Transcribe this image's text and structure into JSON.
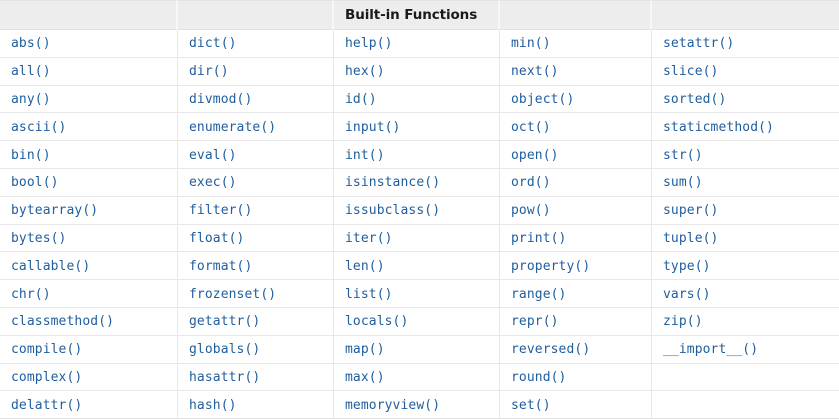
{
  "table": {
    "caption": "Built-in Functions",
    "caption_column_index": 2,
    "column_count": 5,
    "row_count": 14,
    "link_color": "#205e9e",
    "header_background": "#ededed",
    "border_color": "#e8e8e8",
    "header_cells": [
      "",
      "",
      "Built-in Functions",
      "",
      ""
    ],
    "rows": [
      [
        "abs()",
        "dict()",
        "help()",
        "min()",
        "setattr()"
      ],
      [
        "all()",
        "dir()",
        "hex()",
        "next()",
        "slice()"
      ],
      [
        "any()",
        "divmod()",
        "id()",
        "object()",
        "sorted()"
      ],
      [
        "ascii()",
        "enumerate()",
        "input()",
        "oct()",
        "staticmethod()"
      ],
      [
        "bin()",
        "eval()",
        "int()",
        "open()",
        "str()"
      ],
      [
        "bool()",
        "exec()",
        "isinstance()",
        "ord()",
        "sum()"
      ],
      [
        "bytearray()",
        "filter()",
        "issubclass()",
        "pow()",
        "super()"
      ],
      [
        "bytes()",
        "float()",
        "iter()",
        "print()",
        "tuple()"
      ],
      [
        "callable()",
        "format()",
        "len()",
        "property()",
        "type()"
      ],
      [
        "chr()",
        "frozenset()",
        "list()",
        "range()",
        "vars()"
      ],
      [
        "classmethod()",
        "getattr()",
        "locals()",
        "repr()",
        "zip()"
      ],
      [
        "compile()",
        "globals()",
        "map()",
        "reversed()",
        "__import__()"
      ],
      [
        "complex()",
        "hasattr()",
        "max()",
        "round()",
        ""
      ],
      [
        "delattr()",
        "hash()",
        "memoryview()",
        "set()",
        ""
      ]
    ]
  }
}
